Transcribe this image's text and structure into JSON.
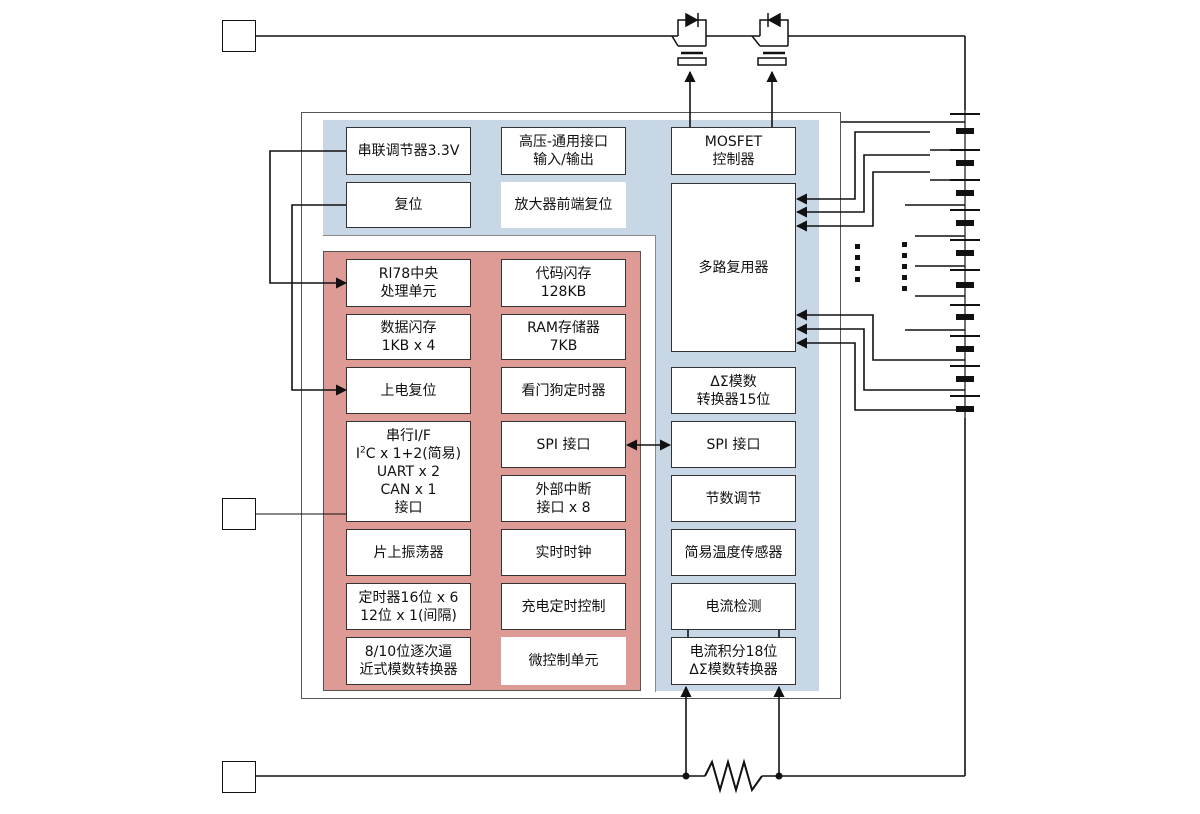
{
  "blocks": {
    "regulator": "串联调节器3.3V",
    "hv_gpio": "高压-通用接口\n输入/输出",
    "mosfet_ctrl": "MOSFET\n控制器",
    "reset": "复位",
    "amp_reset": "放大器前端复位",
    "mux": "多路复用器",
    "cpu": "Rl78中央\n处理单元",
    "code_flash": "代码闪存\n128KB",
    "data_flash": "数据闪存\n1KB x 4",
    "ram": "RAM存储器\n7KB",
    "por": "上电复位",
    "watchdog": "看门狗定时器",
    "serial_if": {
      "line1": "串行I/F",
      "i2c_pre": "I",
      "i2c_sup": "2",
      "i2c_post": "C x 1+2(简易)",
      "line3": "UART x 2",
      "line4": "CAN x 1",
      "line5": "接口"
    },
    "spi_left": "SPI 接口",
    "ext_int": "外部中断\n接口 x 8",
    "osc": "片上振荡器",
    "rtc": "实时时钟",
    "timer": "定时器16位 x 6\n12位 x 1(间隔)",
    "charge_timer": "充电定时控制",
    "adc_sar": "8/10位逐次逼\n近式模数转换器",
    "mcu_label": "微控制单元",
    "adc_ds15": "ΔΣ模数\n转换器15位",
    "spi_right": "SPI 接口",
    "tempo": "节数调节",
    "temp_sensor": "简易温度传感器",
    "current_detect": "电流检测",
    "coulomb": "电流积分18位\nΔΣ模数转换器"
  },
  "colors": {
    "afe_region": "#c8d7e6",
    "mcu_region": "#de9a94",
    "outer_border": "#555555",
    "wire": "#111111"
  },
  "icons": [
    "diode-icon",
    "mosfet-icon",
    "resistor-icon",
    "battery-cell-icon",
    "arrow-icon"
  ]
}
